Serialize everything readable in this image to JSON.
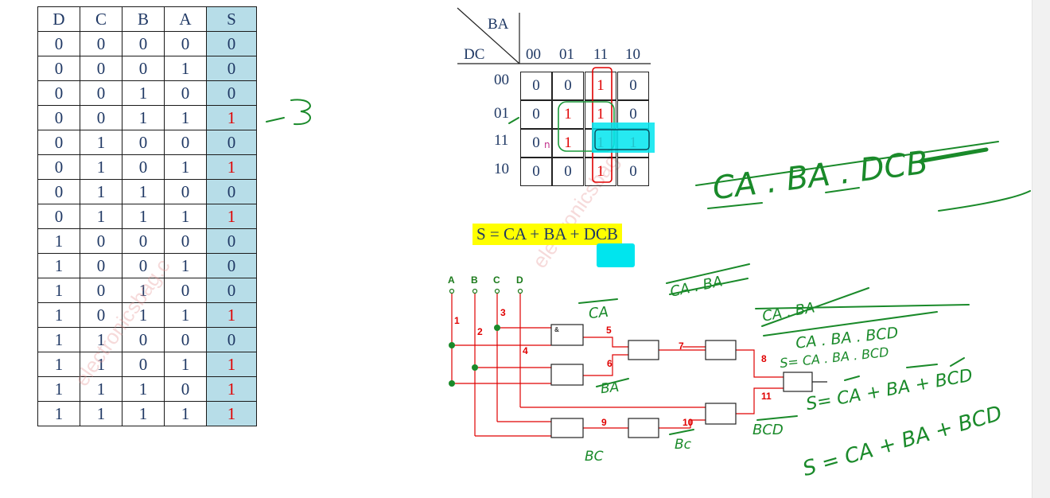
{
  "truth_table": {
    "headers": [
      "D",
      "C",
      "B",
      "A",
      "S"
    ],
    "rows": [
      [
        "0",
        "0",
        "0",
        "0",
        "0"
      ],
      [
        "0",
        "0",
        "0",
        "1",
        "0"
      ],
      [
        "0",
        "0",
        "1",
        "0",
        "0"
      ],
      [
        "0",
        "0",
        "1",
        "1",
        "1"
      ],
      [
        "0",
        "1",
        "0",
        "0",
        "0"
      ],
      [
        "0",
        "1",
        "0",
        "1",
        "1"
      ],
      [
        "0",
        "1",
        "1",
        "0",
        "0"
      ],
      [
        "0",
        "1",
        "1",
        "1",
        "1"
      ],
      [
        "1",
        "0",
        "0",
        "0",
        "0"
      ],
      [
        "1",
        "0",
        "0",
        "1",
        "0"
      ],
      [
        "1",
        "0",
        "1",
        "0",
        "0"
      ],
      [
        "1",
        "0",
        "1",
        "1",
        "1"
      ],
      [
        "1",
        "1",
        "0",
        "0",
        "0"
      ],
      [
        "1",
        "1",
        "0",
        "1",
        "1"
      ],
      [
        "1",
        "1",
        "1",
        "0",
        "1"
      ],
      [
        "1",
        "1",
        "1",
        "1",
        "1"
      ]
    ]
  },
  "kmap": {
    "col_var": "BA",
    "row_var": "DC",
    "col_labels": [
      "00",
      "01",
      "11",
      "10"
    ],
    "row_labels": [
      "00",
      "01",
      "11",
      "10"
    ],
    "cells": [
      [
        "0",
        "0",
        "1",
        "0"
      ],
      [
        "0",
        "1",
        "1",
        "0"
      ],
      [
        "0",
        "1",
        "1",
        "1"
      ],
      [
        "0",
        "0",
        "1",
        "0"
      ]
    ]
  },
  "expression": "S = CA + BA + DCB",
  "circuit": {
    "inputs": [
      "A",
      "B",
      "C",
      "D"
    ],
    "wire_labels": [
      "1",
      "2",
      "3",
      "4",
      "5",
      "6",
      "7",
      "8",
      "9",
      "10",
      "11"
    ],
    "gate_symbol": "&"
  },
  "handwriting": {
    "note_3": "-3",
    "ca": "CA",
    "ba": "BA",
    "ca_ba": "CA . BA",
    "ba2": "BA",
    "bc": "BC",
    "bc2": "Bc",
    "top_expr": "CA . BA . DCB",
    "line1": "CA . BA",
    "line2": "CA . BA . BCD",
    "line3": "S= CA . BA . BCD",
    "line4": "S= CA + BA + BCD",
    "bcd": "BCD",
    "final": "S = CA + BA + BCD"
  }
}
